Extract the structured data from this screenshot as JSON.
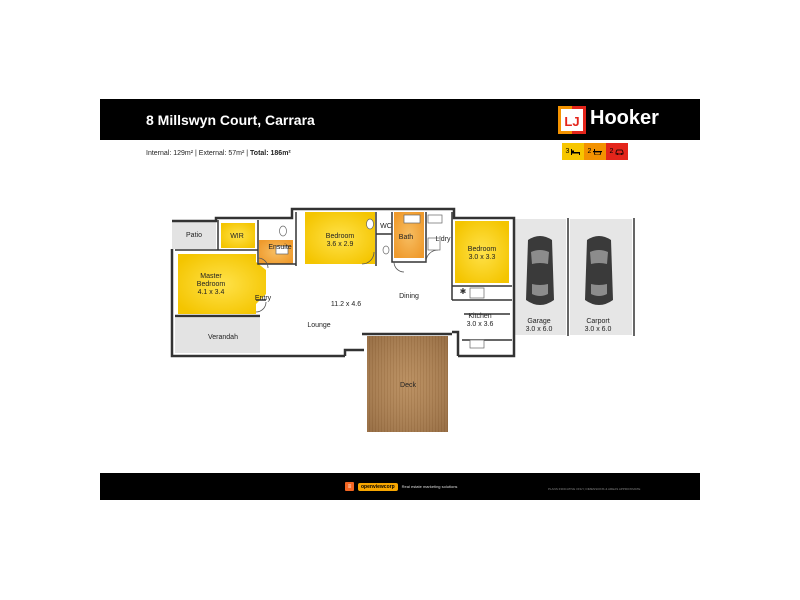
{
  "header": {
    "address": "8 Millswyn Court, Carrara",
    "brand": "Hooker",
    "brand_mark": "LJ"
  },
  "features": [
    {
      "count": "3",
      "icon": "bed-icon",
      "color": "#f7c600"
    },
    {
      "count": "2",
      "icon": "bath-icon",
      "color": "#f39200"
    },
    {
      "count": "2",
      "icon": "car-icon",
      "color": "#e4251b"
    }
  ],
  "areas": {
    "internal": "Internal: 129m² | External:  57m² |",
    "total": "Total: 186m²"
  },
  "rooms": {
    "patio": "Patio",
    "wir": "WIR",
    "ensuite": "Ensuite",
    "bedroom1_name": "Bedroom",
    "bedroom1_size": "3.6 x 2.9",
    "wc": "WC",
    "bath": "Bath",
    "laundry": "L'dry",
    "bedroom2_name": "Bedroom",
    "bedroom2_size": "3.0 x 3.3",
    "master_name1": "Master",
    "master_name2": "Bedroom",
    "master_size": "4.1 x 3.4",
    "entry": "Entry",
    "living_size": "11.2 x 4.6",
    "dining": "Dining",
    "lounge": "Lounge",
    "verandah": "Verandah",
    "kitchen_name": "Kitchen",
    "kitchen_size": "3.0 x 3.6",
    "garage_name": "Garage",
    "garage_size": "3.0 x 6.0",
    "carport_name": "Carport",
    "carport_size": "3.0 x 6.0",
    "deck": "Deck"
  },
  "footer": {
    "brand_icon": "≡",
    "brand": "openviewcorp",
    "tagline": "Real estate marketing solutions",
    "disclaimer": "PLANS INDICATIVE ONLY; DIMENSIONS & AREAS APPROXIMATE"
  },
  "colors": {
    "bedroom_fill": "#f6d000",
    "wet_fill": "#f2a33a",
    "outdoor_fill": "#e4e4e4",
    "deck_fill": "#b48a5a",
    "header_bg": "#000000"
  }
}
